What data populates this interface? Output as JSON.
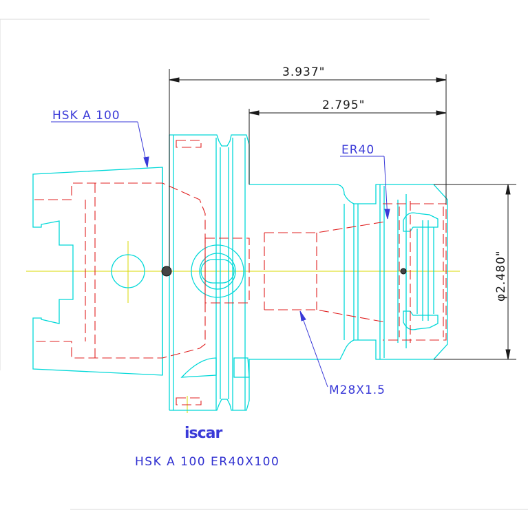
{
  "dimensions": {
    "overall_length": "3.937\"",
    "gauge_length": "2.795\"",
    "diameter": "φ2.480\""
  },
  "callouts": {
    "shank": "HSK A 100",
    "collet": "ER40",
    "thread": "M28X1.5"
  },
  "logo_text": "iscar",
  "title": "HSK A 100 ER40X100",
  "colors": {
    "outline": "#00d8d8",
    "hidden": "#e02020",
    "dimension": "#1a1a1a",
    "callout": "#3a3ad8",
    "centerline": "#d8d800"
  }
}
